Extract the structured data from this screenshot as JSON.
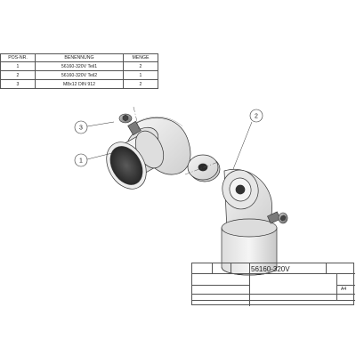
{
  "bom": {
    "headers": [
      "POS-NR.",
      "BENENNUNG",
      "MENGE"
    ],
    "rows": [
      [
        "1",
        "56160-320V Teil1",
        "2"
      ],
      [
        "2",
        "56160-320V Teil2",
        "1"
      ],
      [
        "3",
        "M8x12 DIN 912",
        "2"
      ]
    ]
  },
  "callouts": [
    "3",
    "2",
    "1"
  ],
  "title_block": {
    "part_number": "56160-320V",
    "sheet_size": "A4"
  }
}
